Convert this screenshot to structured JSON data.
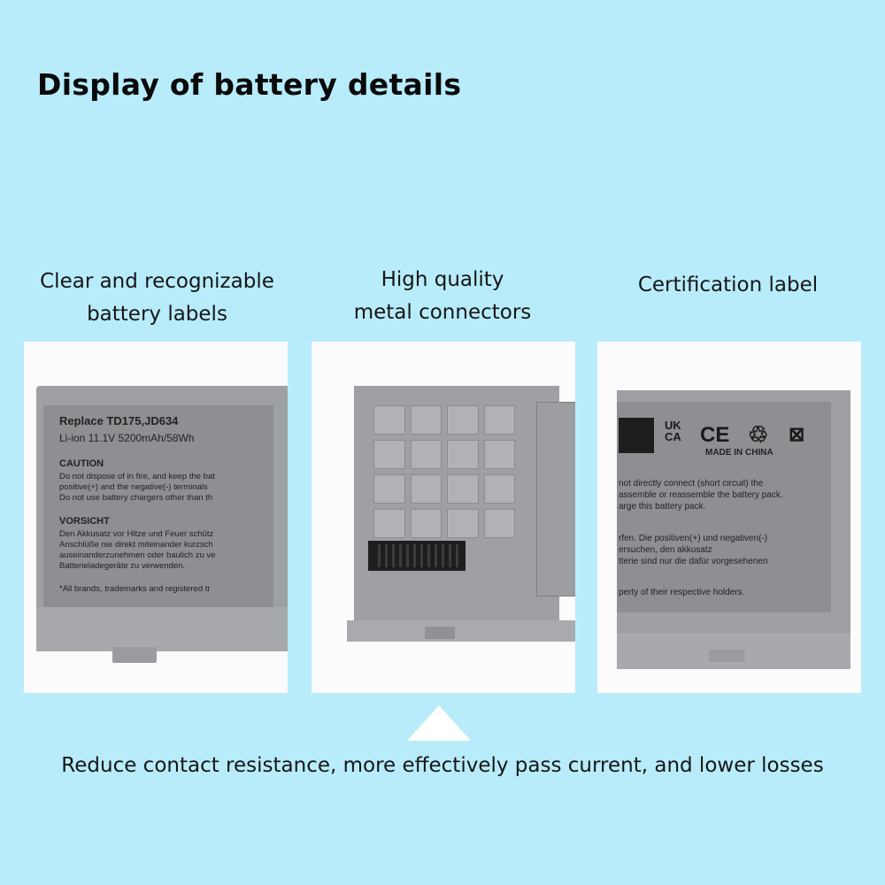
{
  "title": "Display of battery details",
  "features": [
    {
      "caption_lines": [
        "Clear and recognizable",
        "battery labels"
      ]
    },
    {
      "caption_lines": [
        "High quality",
        "metal connectors"
      ]
    },
    {
      "caption_lines": [
        "Certification label"
      ]
    }
  ],
  "label_panel": {
    "replace": "Replace TD175,JD634",
    "spec": "Li-ion 11.1V 5200mAh/58Wh",
    "caution_heading": "CAUTION",
    "caution_lines": [
      "Do not dispose of in fire, and keep the bat",
      "positive(+) and the negative(-) terminals",
      "Do not use battery chargers other than th"
    ],
    "vorsicht_heading": "VORSICHT",
    "vorsicht_lines": [
      "Den Akkusatz vor Hitze und Feuer schütz",
      "Anschlüße nie direkt miteinander kurzsch",
      "auseinanderzunehmen oder baulich zu ve",
      "Batterieladegeräte zu verwenden."
    ],
    "footer": "*All brands, trademarks and registered tr"
  },
  "cert_panel": {
    "marks": {
      "ukca_top": "UK",
      "ukca_bottom": "CA",
      "ce": "CE",
      "recycle": "♲",
      "bin": "⊠"
    },
    "made_in": "MADE IN CHINA",
    "lines_en": [
      "not directly connect (short circuit) the",
      "assemble or reassemble the battery pack.",
      "arge this battery pack."
    ],
    "lines_de": [
      "rfen. Die positiven(+) und negativen(-)",
      "ersuchen, den akkusatz",
      "tterie sind nur die dafür vorgesehenen"
    ],
    "footer": "perty of their respective holders."
  },
  "bottom_caption": "Reduce contact resistance, more effectively pass current, and lower losses",
  "colors": {
    "background": "#b8ecfb",
    "panel": "#fbfbfb",
    "battery": "#9ea0a3"
  }
}
